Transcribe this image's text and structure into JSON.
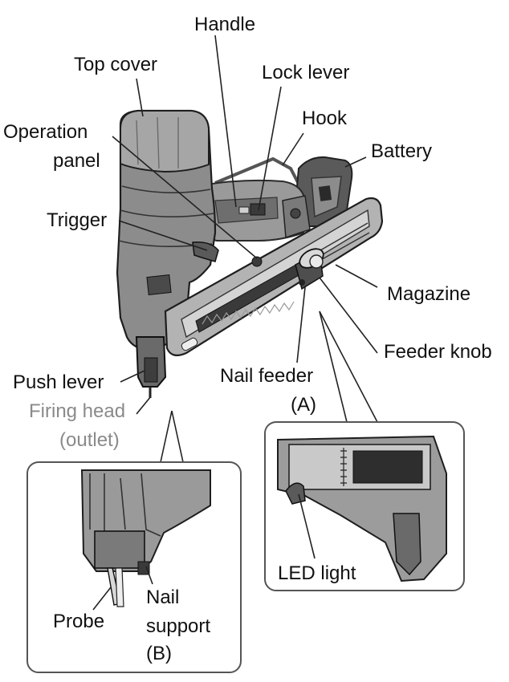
{
  "labels": {
    "handle": "Handle",
    "top_cover": "Top cover",
    "lock_lever": "Lock lever",
    "hook": "Hook",
    "operation_panel_1": "Operation",
    "operation_panel_2": "panel",
    "battery": "Battery",
    "trigger": "Trigger",
    "magazine": "Magazine",
    "feeder_knob": "Feeder knob",
    "nail_feeder": "Nail feeder",
    "nail_feeder_ref": "(A)",
    "push_lever": "Push lever",
    "firing_head_1": "Firing head",
    "firing_head_2": "(outlet)",
    "led_light": "LED light",
    "probe": "Probe",
    "nail_support_1": "Nail",
    "nail_support_2": "support",
    "nail_support_ref": "(B)"
  },
  "colors": {
    "tool_body": "#8c8c8c",
    "tool_dark": "#3a3a3a",
    "tool_light": "#c8c8c8",
    "label_gray": "#8a8a8a"
  }
}
